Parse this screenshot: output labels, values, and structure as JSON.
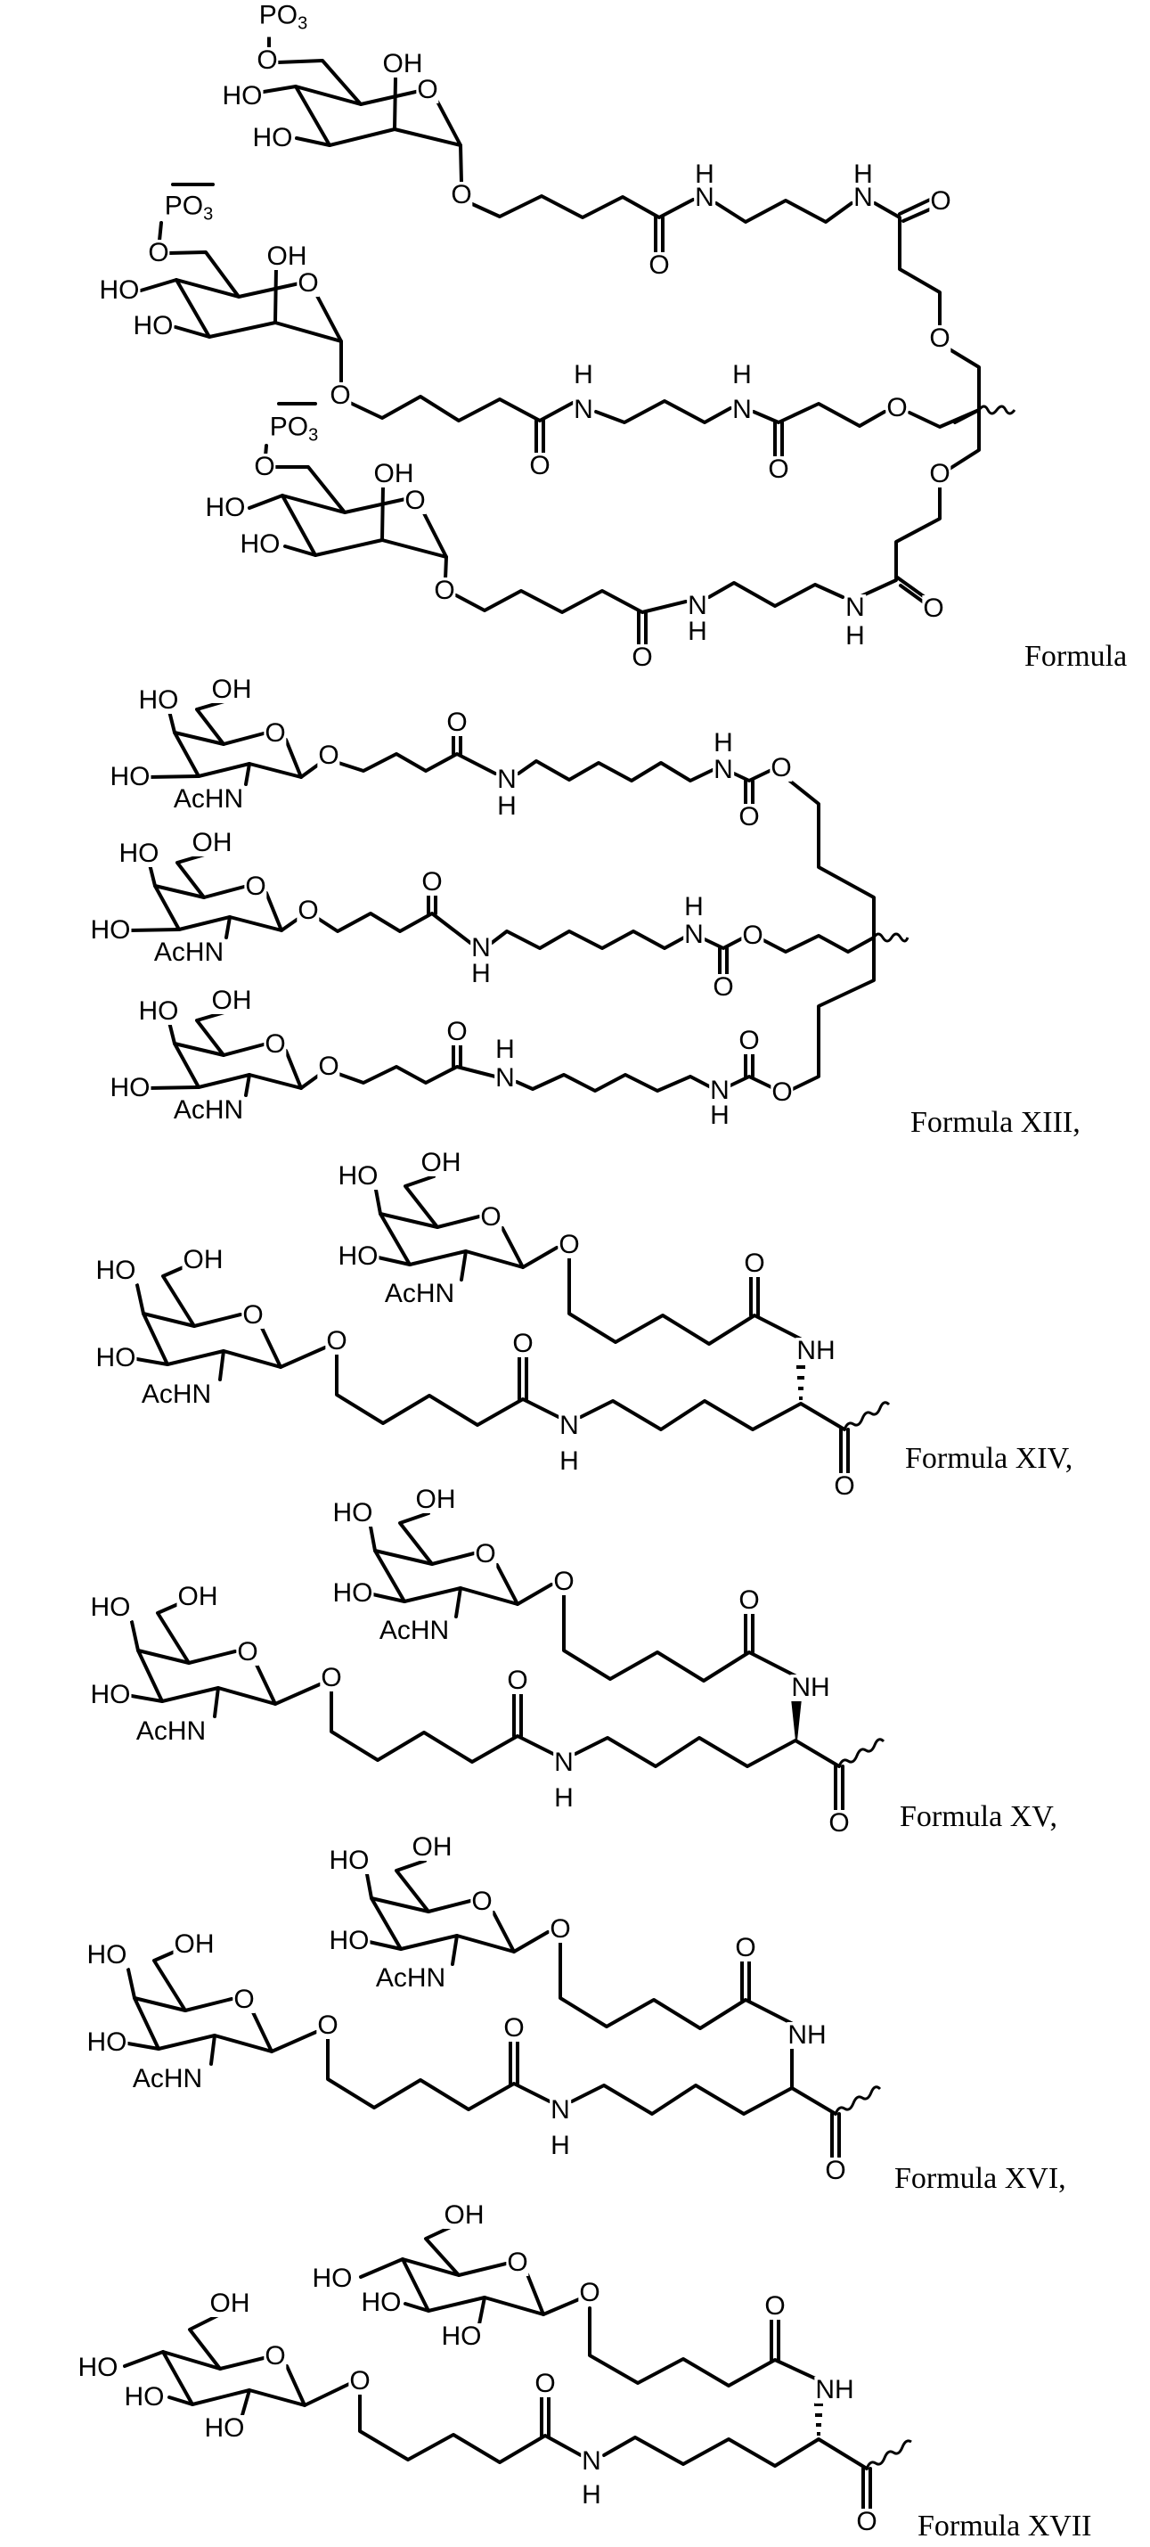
{
  "page": {
    "title": "Chemical structures Formula XII – Formula XVII"
  },
  "formulas": {
    "f12": {
      "label": "Formula",
      "atoms": {
        "po3_1": "PO",
        "po3_1_sub": "3",
        "po3_2": "PO",
        "po3_2_sub": "3",
        "po3_3": "PO",
        "po3_3_sub": "3",
        "o": "O",
        "ho": "HO",
        "oh": "OH",
        "n": "N",
        "h": "H"
      }
    },
    "f13": {
      "label": "Formula XIII,"
    },
    "f14": {
      "label": "Formula XIV,"
    },
    "f15": {
      "label": "Formula XV,"
    },
    "f16": {
      "label": "Formula XVI,"
    },
    "f17": {
      "label": "Formula XVII"
    },
    "atoms": {
      "O": "O",
      "HO": "HO",
      "OH": "OH",
      "N": "N",
      "H": "H",
      "NH": "NH",
      "AcHN": "AcHN",
      "PO": "PO",
      "three": "3"
    }
  }
}
